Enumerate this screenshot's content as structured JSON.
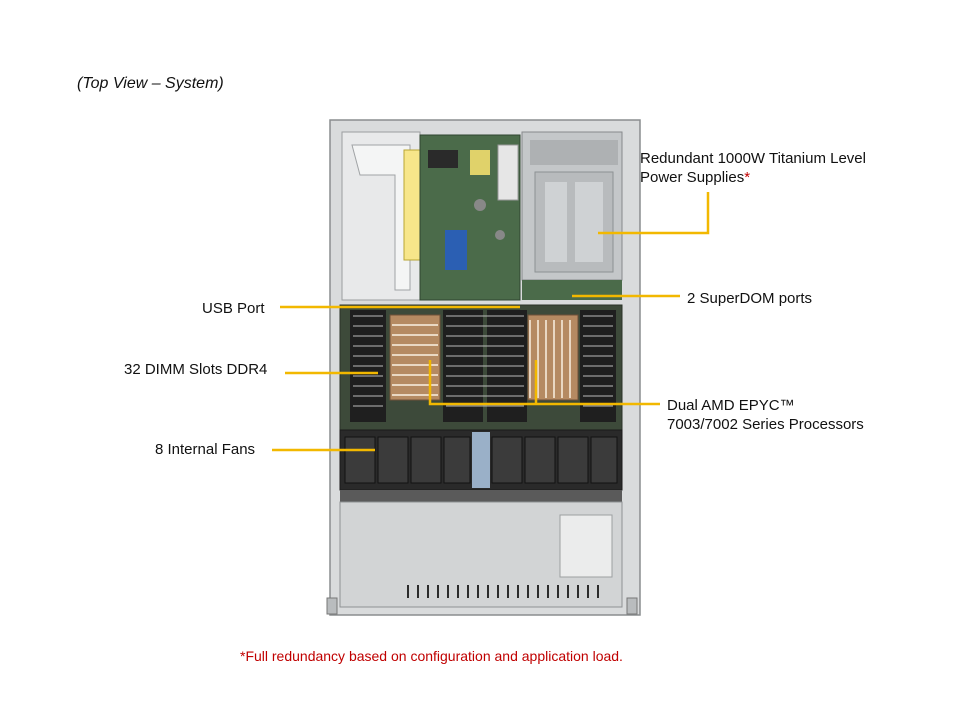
{
  "view_title": "(Top View – System)",
  "labels": {
    "psu": "Redundant 1000W Titanium Level",
    "psu_line2": "Power Supplies",
    "psu_asterisk": "*",
    "superdom": "2 SuperDOM ports",
    "usb": "USB Port",
    "dimm": "32 DIMM Slots DDR4",
    "cpu": "Dual AMD EPYC™",
    "cpu_line2": "7003/7002 Series Processors",
    "fans": "8 Internal  Fans"
  },
  "footnote": "*Full redundancy based on configuration and application load.",
  "colors": {
    "leader": "#f2b800",
    "footnote": "#c00000",
    "chassis": "#cfd2d3",
    "board": "#3f5a3f"
  }
}
